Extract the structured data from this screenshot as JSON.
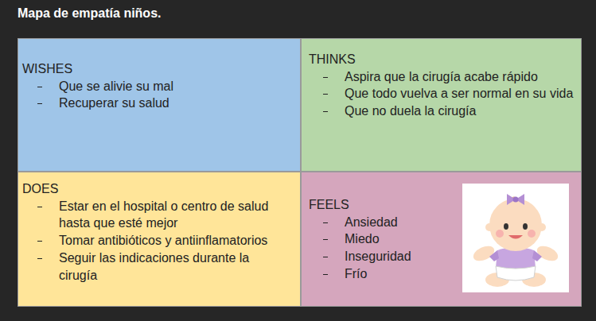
{
  "diagram": {
    "title": "Mapa de empatía niños.",
    "nodes": [
      {
        "text": [
          "WISHES",
          "Que se alivie su mal",
          "Recuperar su salud"
        ]
      },
      {
        "text": [
          "THINKS",
          "Aspira que la cirugía acabe rápido",
          "Que todo vuelva a ser normal en su vida",
          "Que no duela la cirugía"
        ]
      },
      {
        "text": [
          "DOES",
          "Estar en el hospital o centro de salud hasta que esté mejor",
          "Tomar antibióticos y antiinflamatorios",
          "Seguir las indicaciones durante la cirugía"
        ]
      },
      {
        "text": [
          "FEELS",
          "Ansiedad",
          "Miedo",
          "Inseguridad",
          "Frío"
        ]
      }
    ]
  }
}
